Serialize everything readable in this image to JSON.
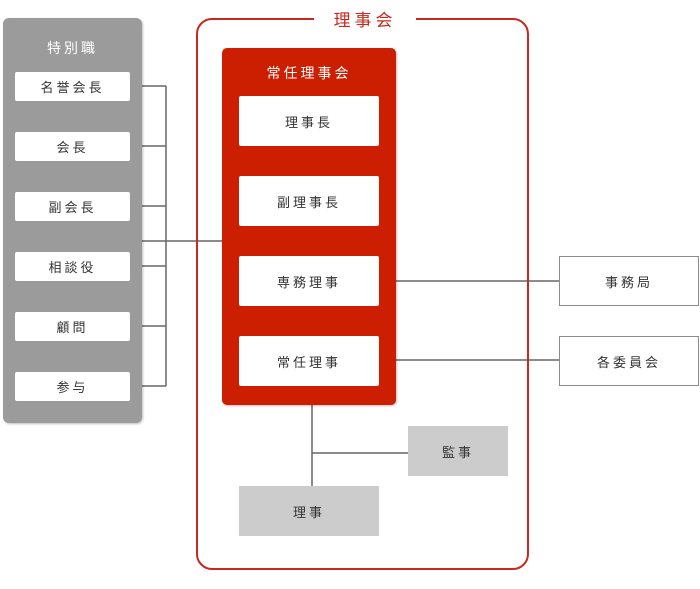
{
  "board": {
    "title": "理事会",
    "executive": {
      "title": "常任理事会",
      "roles": [
        "理事長",
        "副理事長",
        "専務理事",
        "常任理事"
      ]
    },
    "auditor": "監事",
    "directors": "理事"
  },
  "special": {
    "title": "特別職",
    "roles": [
      "名誉会長",
      "会長",
      "副会長",
      "相談役",
      "顧問",
      "参与"
    ]
  },
  "external": {
    "secretariat": "事務局",
    "committees": "各委員会"
  },
  "colors": {
    "accent_red": "#c8281e",
    "exec_red": "#cc1e00",
    "special_grey": "#9b9b9b",
    "box_grey": "#cccccc",
    "line_grey": "#666666"
  }
}
